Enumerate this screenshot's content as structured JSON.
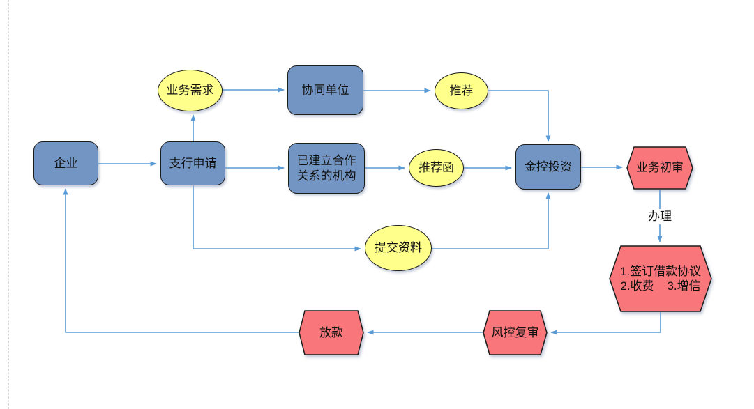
{
  "palette": {
    "process_fill": "#7295c3",
    "data_fill": "#ffff8b",
    "review_fill": "#f9767b",
    "shape_stroke": "#1c1c1c",
    "connector": "#5b9bd5",
    "background": "#ffffff"
  },
  "nodes": {
    "enterprise": {
      "label": "企业"
    },
    "branch_application": {
      "label": "支行申请"
    },
    "business_demand": {
      "label": "业务需求"
    },
    "collaborating_unit": {
      "label": "协同单位"
    },
    "recommend": {
      "label": "推荐"
    },
    "partner_institutions": {
      "line1": "已建立合作",
      "line2": "关系的机构"
    },
    "recommendation_letter": {
      "label": "推荐函"
    },
    "jinkong_investment": {
      "label": "金控投资"
    },
    "preliminary_review": {
      "label": "业务初审"
    },
    "sign_agreement": {
      "line1": "1.签订借款协议",
      "line2": "2.收费    3.增信"
    },
    "submit_materials": {
      "label": "提交资料"
    },
    "risk_review": {
      "label": "风控复审"
    },
    "loan_disbursement": {
      "label": "放款"
    }
  },
  "edge_labels": {
    "handle": "办理"
  }
}
